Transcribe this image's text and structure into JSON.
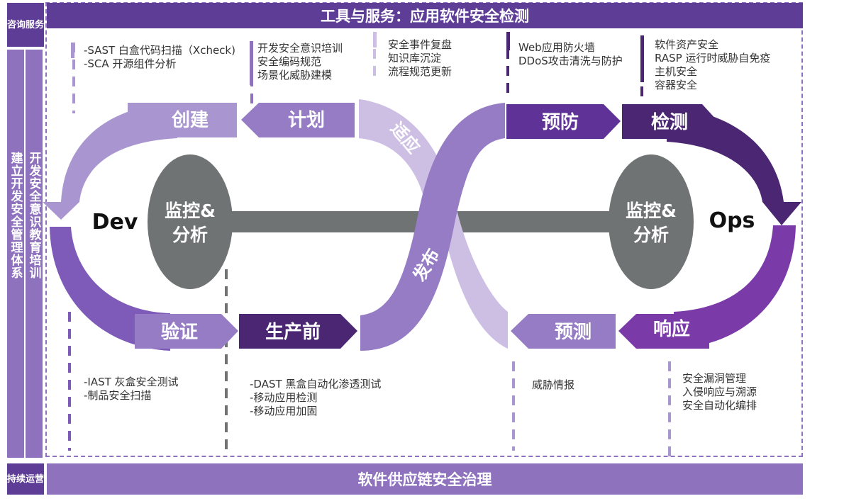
{
  "header": {
    "corner": "咨询服务",
    "title": "工具与服务：应用软件安全检测"
  },
  "footer": {
    "corner": "持续运营",
    "title": "软件供应链安全治理"
  },
  "side": {
    "left": "建立开发安全管理体系",
    "right": "开发安全意识教育培训"
  },
  "loop": {
    "dev": "Dev",
    "ops": "Ops",
    "left_center": [
      "监控&",
      "分析"
    ],
    "right_center": [
      "监控&",
      "分析"
    ],
    "create": "创建",
    "plan": "计划",
    "verify": "验证",
    "preprod": "生产前",
    "adapt": "适应",
    "release": "发布",
    "prevent": "预防",
    "detect": "检测",
    "predict": "预测",
    "respond": "响应"
  },
  "notes": {
    "n1": [
      "-SAST 白盒代码扫描（Xcheck)",
      "-SCA 开源组件分析"
    ],
    "n2": [
      "开发安全意识培训",
      "安全编码规范",
      "场景化威胁建模"
    ],
    "n3": [
      "安全事件复盘",
      "知识库沉淀",
      "流程规范更新"
    ],
    "n4": [
      "Web应用防火墙",
      "DDoS攻击清洗与防护"
    ],
    "n5": [
      "软件资产安全",
      "RASP 运行时威胁自免疫",
      "主机安全",
      "容器安全"
    ],
    "n6": [
      "-IAST 灰盒安全测试",
      "-制品安全扫描"
    ],
    "n7": [
      "-DAST 黑盒自动化渗透测试",
      "-移动应用检测",
      "-移动应用加固"
    ],
    "n8": [
      "威胁情报"
    ],
    "n9": [
      "安全漏洞管理",
      "入侵响应与溯源",
      "安全自动化编排"
    ]
  },
  "colors": {
    "dark": "#4a2673",
    "mid": "#7e5bb8",
    "light": "#a996d1",
    "pale": "#cdbfe3",
    "grey": "#6f7373"
  }
}
